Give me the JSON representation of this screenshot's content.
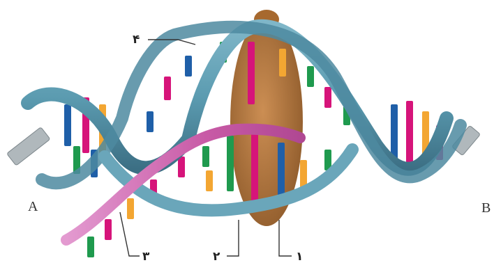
{
  "labels": {
    "end_left": "A",
    "end_right": "B",
    "callout_1": "۱",
    "callout_2": "۲",
    "callout_3": "۳",
    "callout_4": "۴"
  },
  "colors": {
    "backbone_blue": "#5b9bb0",
    "backbone_dark": "#3c6f84",
    "rna_strand": "#c85aa6",
    "enzyme": "#a7692f",
    "base_blue": "#1f5fa8",
    "base_green": "#1f9a4e",
    "base_pink": "#d6147a",
    "base_orange": "#f3a632",
    "end_cap": "#a9b3b8"
  },
  "icons": [
    "dna-double-helix",
    "rna-polymerase-enzyme",
    "mrna-strand"
  ]
}
